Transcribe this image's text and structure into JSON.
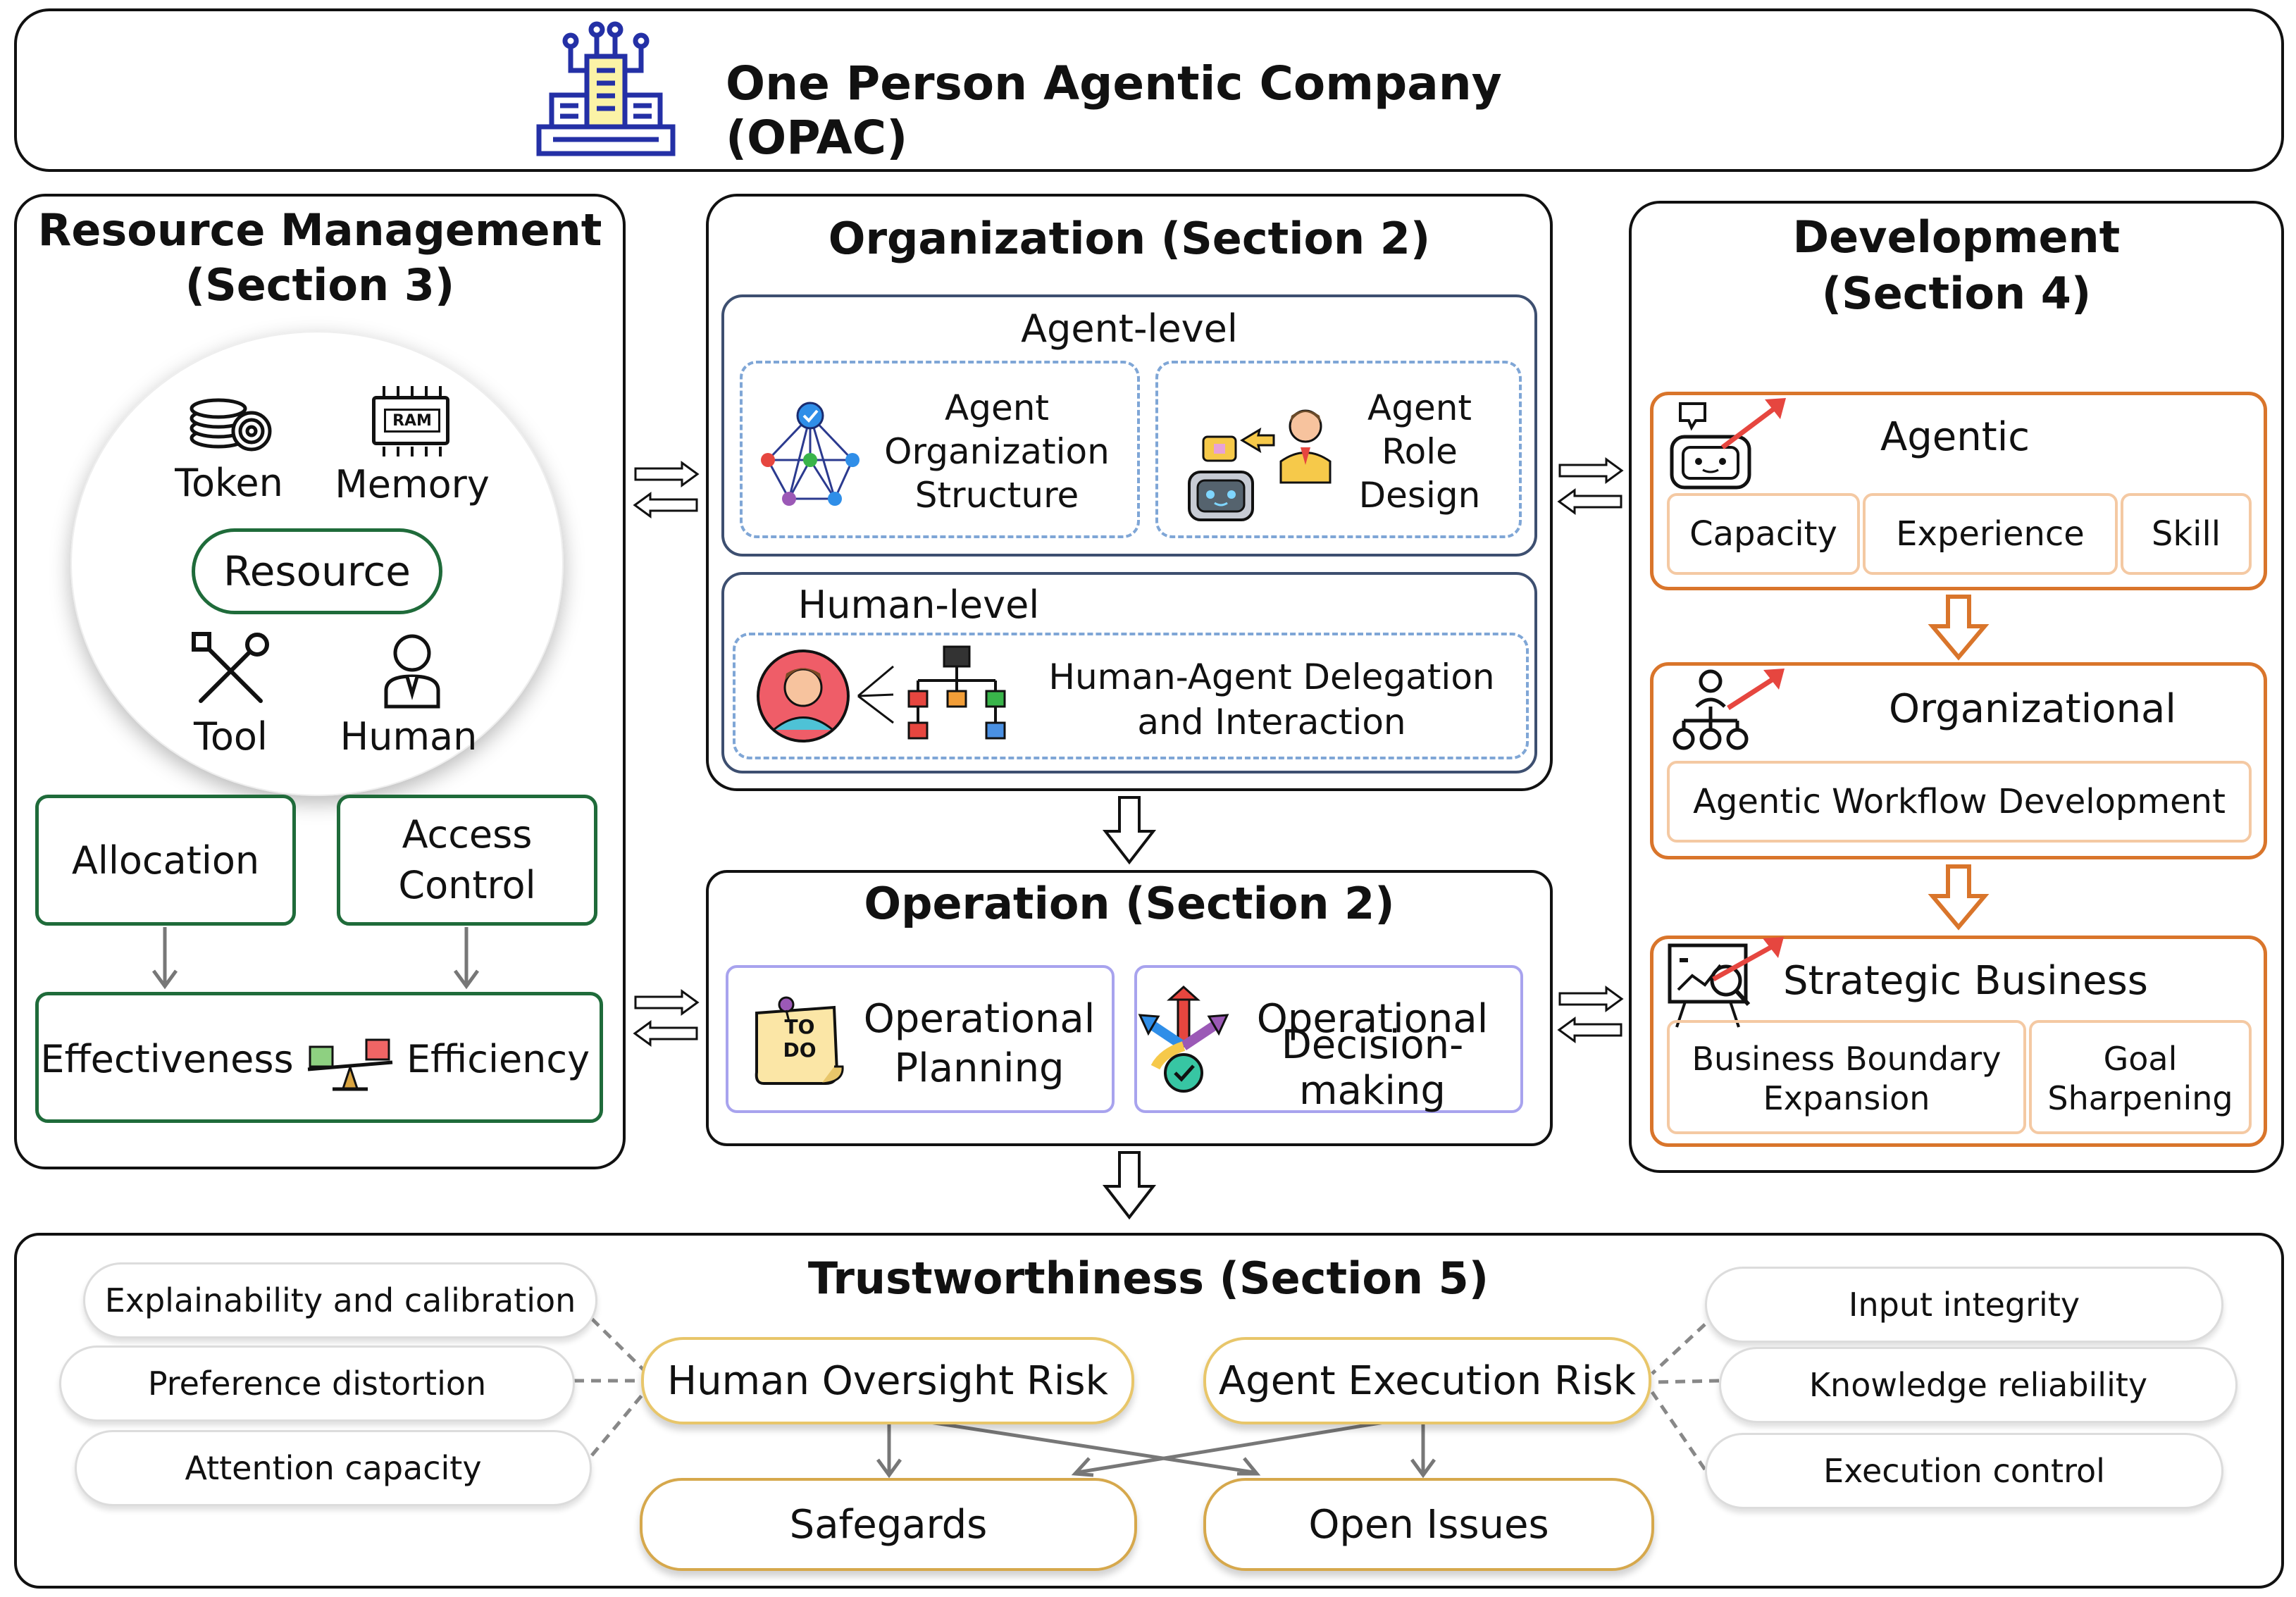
{
  "header": {
    "title": "One Person Agentic Company (OPAC)"
  },
  "resource": {
    "title_line1": "Resource Management",
    "title_line2": "(Section 3)",
    "items": {
      "token": "Token",
      "memory": "Memory",
      "tool": "Tool",
      "human": "Human",
      "ram": "RAM"
    },
    "center": "Resource",
    "allocation": "Allocation",
    "access_line1": "Access",
    "access_line2": "Control",
    "effectiveness": "Effectiveness",
    "efficiency": "Efficiency"
  },
  "organization": {
    "title": "Organization (Section 2)",
    "agent_level": "Agent-level",
    "structure": [
      "Agent",
      "Organization",
      "Structure"
    ],
    "role": [
      "Agent",
      "Role",
      "Design"
    ],
    "human_level": "Human-level",
    "delegation": [
      "Human-Agent Delegation",
      "and Interaction"
    ]
  },
  "operation": {
    "title": "Operation (Section 2)",
    "planning": [
      "Operational",
      "Planning"
    ],
    "decision": [
      "Operational",
      "Decision-making"
    ],
    "todo": "TO DO"
  },
  "development": {
    "title_line1": "Development",
    "title_line2": "(Section 4)",
    "agentic": "Agentic",
    "agentic_items": [
      "Capacity",
      "Experience",
      "Skill"
    ],
    "organizational": "Organizational",
    "workflow": "Agentic Workflow Development",
    "strategic": "Strategic Business",
    "boundary": [
      "Business Boundary",
      "Expansion"
    ],
    "goal": [
      "Goal",
      "Sharpening"
    ]
  },
  "trust": {
    "title": "Trustworthiness (Section 5)",
    "left_pills": [
      "Explainability and calibration",
      "Preference distortion",
      "Attention capacity"
    ],
    "right_pills": [
      "Input integrity",
      "Knowledge reliability",
      "Execution control"
    ],
    "human_risk": "Human Oversight Risk",
    "agent_risk": "Agent Execution Risk",
    "safeguards": "Safegards",
    "open_issues": "Open Issues"
  },
  "colors": {
    "navy": "#3d4f70",
    "green": "#1f6b3a",
    "orange": "#d9752b",
    "purple": "#a8a3ee",
    "gold": "#e8c66a",
    "dashed_blue": "#7fa6d6"
  }
}
